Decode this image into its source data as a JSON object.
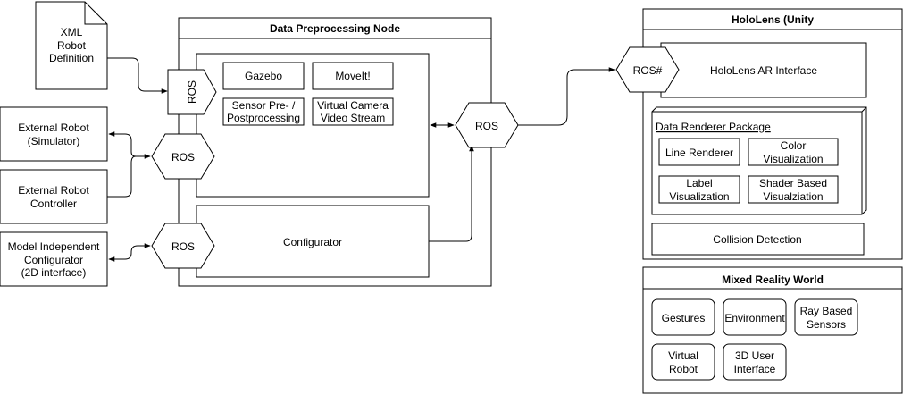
{
  "nodes": {
    "xml_def": [
      "XML",
      "Robot",
      "Definition"
    ],
    "ext_robot_sim": [
      "External Robot",
      "(Simulator)"
    ],
    "ext_robot_ctrl": [
      "External Robot",
      "Controller"
    ],
    "model_indep": [
      "Model Independent",
      "Configurator",
      "(2D interface)"
    ],
    "data_node_title": "Data Preprocessing Node",
    "gazebo": "Gazebo",
    "moveit": "MoveIt!",
    "sensor_pre": [
      "Sensor Pre- /",
      "Postprocessing"
    ],
    "virtual_cam": [
      "Virtual Camera",
      "Video Stream"
    ],
    "configurator": "Configurator",
    "ros_vertical": "ROS",
    "ros_left_mid": "ROS",
    "ros_left_bottom": "ROS",
    "ros_right": "ROS",
    "ros_sharp": "ROS#",
    "hololens_title": "HoloLens (Unity",
    "hololens_ar": "HoloLens AR Interface",
    "renderer_pkg": "Data Renderer Package",
    "line_renderer": "Line Renderer",
    "color_vis": [
      "Color",
      "Visualization"
    ],
    "label_vis": [
      "Label",
      "Visualization"
    ],
    "shader_vis": [
      "Shader Based",
      "Visualziation"
    ],
    "collision": "Collision Detection",
    "mr_title": "Mixed Reality World",
    "gestures": "Gestures",
    "environment": "Environment",
    "ray_sensors": [
      "Ray Based",
      "Sensors"
    ],
    "virtual_robot": [
      "Virtual",
      "Robot"
    ],
    "user_iface": [
      "3D User",
      "Interface"
    ]
  }
}
